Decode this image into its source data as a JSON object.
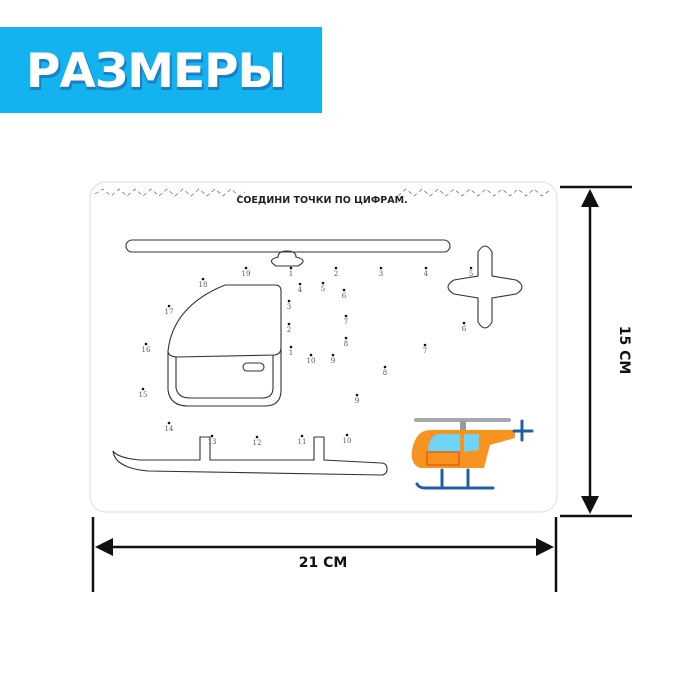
{
  "banner": {
    "title": "РАЗМЕРЫ",
    "color": "#12b3ee"
  },
  "card": {
    "title": "СОЕДИНИ ТОЧКИ ПО ЦИФРАМ."
  },
  "dots": [
    "1",
    "2",
    "3",
    "4",
    "5",
    "19",
    "18",
    "17",
    "16",
    "15",
    "14",
    "13",
    "12",
    "11",
    "10",
    "4",
    "5",
    "6",
    "3",
    "7",
    "2",
    "8",
    "1",
    "10",
    "9",
    "6",
    "7",
    "8",
    "9"
  ],
  "dimensions": {
    "width_label": "21 CM",
    "height_label": "15 CM"
  },
  "colors": {
    "helicopter_body": "#f7931e",
    "skid": "#1f5fa8",
    "window": "#6fd3f5",
    "rotor": "#a8a8a8"
  }
}
